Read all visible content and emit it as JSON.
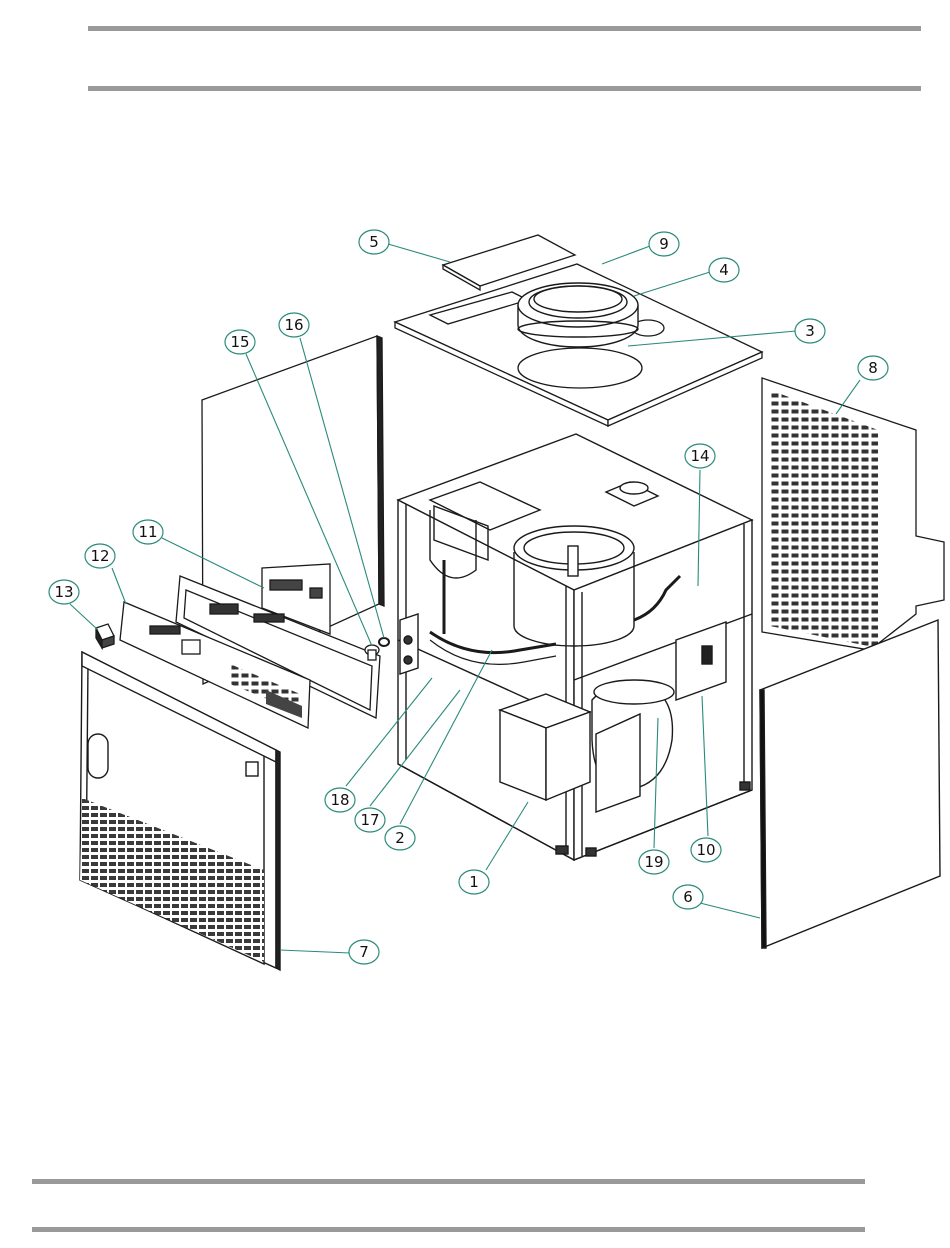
{
  "diagram": {
    "callouts": [
      {
        "id": "c1",
        "label": "1"
      },
      {
        "id": "c2",
        "label": "2"
      },
      {
        "id": "c3",
        "label": "3"
      },
      {
        "id": "c4",
        "label": "4"
      },
      {
        "id": "c5",
        "label": "5"
      },
      {
        "id": "c6",
        "label": "6"
      },
      {
        "id": "c7",
        "label": "7"
      },
      {
        "id": "c8",
        "label": "8"
      },
      {
        "id": "c9",
        "label": "9"
      },
      {
        "id": "c10",
        "label": "10"
      },
      {
        "id": "c11",
        "label": "11"
      },
      {
        "id": "c12",
        "label": "12"
      },
      {
        "id": "c13",
        "label": "13"
      },
      {
        "id": "c14",
        "label": "14"
      },
      {
        "id": "c15",
        "label": "15"
      },
      {
        "id": "c16",
        "label": "16"
      },
      {
        "id": "c17",
        "label": "17"
      },
      {
        "id": "c18",
        "label": "18"
      },
      {
        "id": "c19",
        "label": "19"
      }
    ]
  },
  "colors": {
    "line": "#1a1a1a",
    "leader": "#2a8a7a",
    "rule": "#9a9a9a",
    "panel": "#ffffff",
    "grille": "#3a3a3a"
  }
}
